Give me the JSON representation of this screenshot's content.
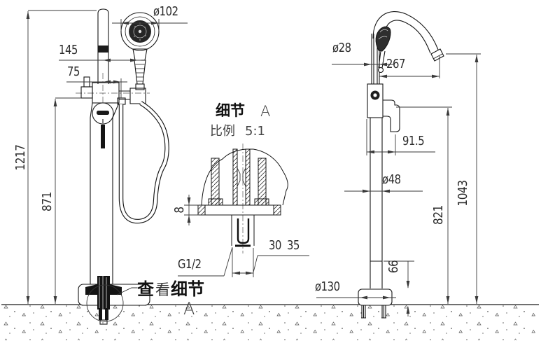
{
  "drawing": {
    "left_view": {
      "dim_total_height": "1217",
      "dim_spout_height": "871",
      "dim_shower_offset": "145",
      "dim_hose_offset": "75",
      "dim_head_diameter": "ø102"
    },
    "detail_view": {
      "title": "细节",
      "title_letter": "A",
      "scale_label": "比例",
      "scale_value": "5:1",
      "dim_plate_thickness": "8",
      "dim_inner": "30",
      "dim_outer": "35",
      "thread_label": "G1/2"
    },
    "right_view": {
      "dim_pipe_diameter": "ø28",
      "dim_spout_reach": "267",
      "dim_handle_reach": "91.5",
      "dim_column_diameter": "ø48",
      "dim_handle_height": "821",
      "dim_spout_height": "1043",
      "dim_base_height": "66",
      "dim_base_diameter": "ø130"
    },
    "callout": {
      "text_part1": "查",
      "text_part2": "看",
      "text_part3": "细节",
      "detail_letter": "A"
    }
  }
}
